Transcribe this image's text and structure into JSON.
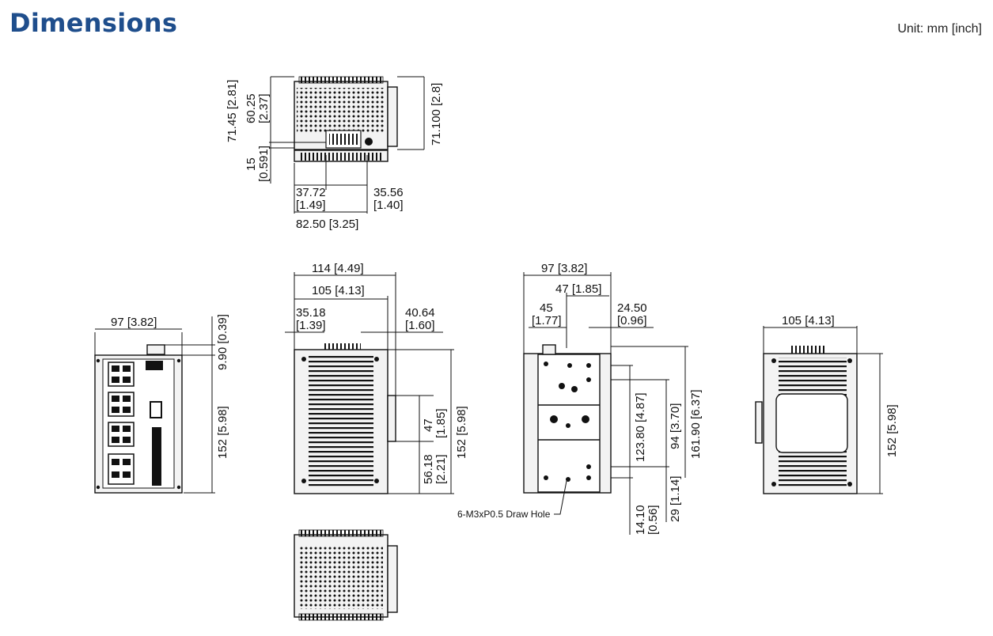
{
  "header": {
    "title": "Dimensions",
    "unit": "Unit: mm [inch]"
  },
  "top_view": {
    "d1": "71.45 [2.81]",
    "d2a": "60.25",
    "d2b": "[2.37]",
    "d3": "71.100 [2.8]",
    "d4a": "15",
    "d4b": "[0.591]",
    "d5a": "37.72",
    "d5b": "[1.49]",
    "d6a": "35.56",
    "d6b": "[1.40]",
    "d7": "82.50 [3.25]"
  },
  "front_view": {
    "width": "97 [3.82]",
    "top": "9.90 [0.39]",
    "height": "152 [5.98]"
  },
  "side_view": {
    "w114": "114 [4.49]",
    "w105": "105 [4.13]",
    "l3518a": "35.18",
    "l3518b": "[1.39]",
    "l4064a": "40.64",
    "l4064b": "[1.60]",
    "d47a": "47",
    "d47b": "[1.85]",
    "d5618a": "56.18",
    "d5618b": "[2.21]",
    "height": "152 [5.98]"
  },
  "rear_view": {
    "w97": "97 [3.82]",
    "w47": "47 [1.85]",
    "l45a": "45",
    "l45b": "[1.77]",
    "l2450a": "24.50",
    "l2450b": "[0.96]",
    "h12380": "123.80 [4.87]",
    "h94": "94 [3.70]",
    "h16190": "161.90 [6.37]",
    "h29": "29 [1.14]",
    "h1410a": "14.10",
    "h1410b": "[0.56]",
    "hole_note": "6-M3xP0.5 Draw Hole"
  },
  "right_view": {
    "width": "105 [4.13]",
    "height": "152 [5.98]"
  }
}
